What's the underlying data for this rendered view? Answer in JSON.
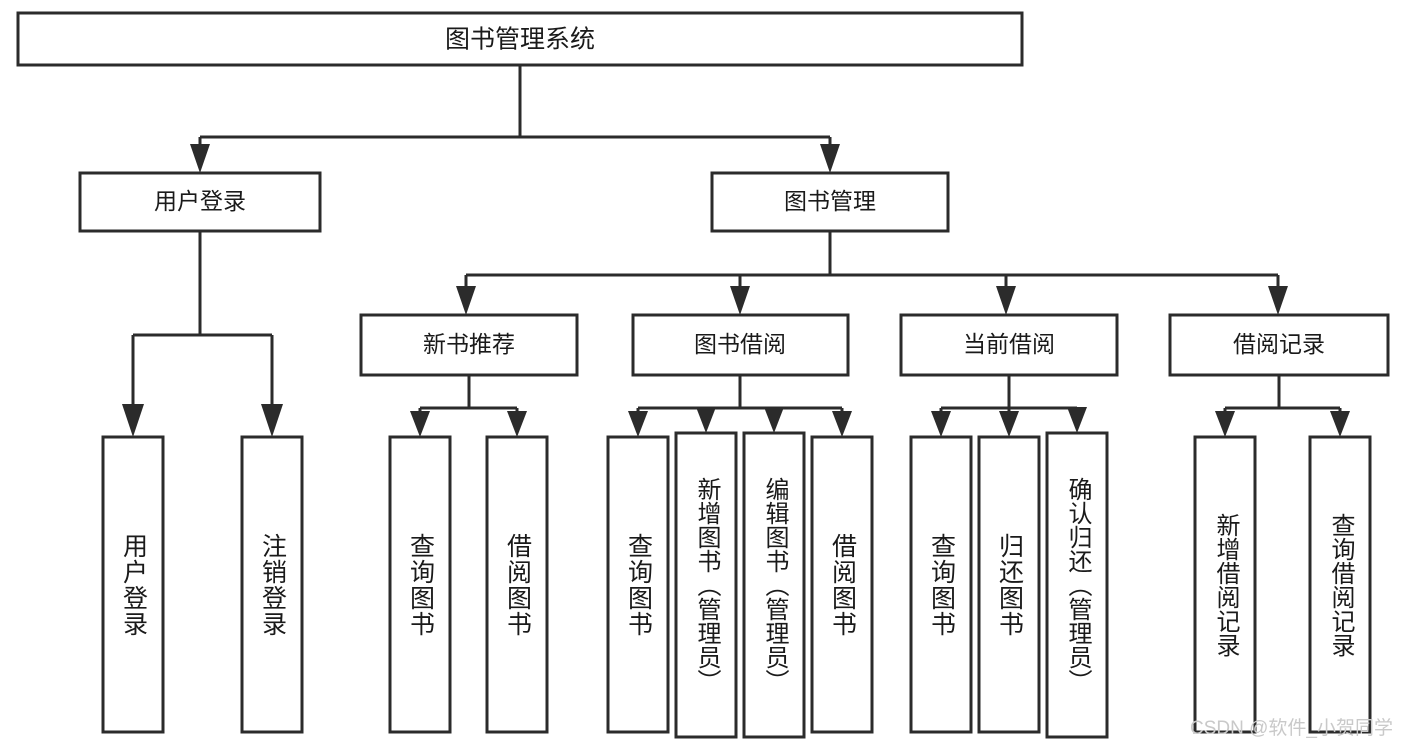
{
  "diagram": {
    "type": "tree",
    "title": "图书管理系统",
    "root": {
      "label": "图书管理系统"
    },
    "level1": [
      {
        "label": "用户登录"
      },
      {
        "label": "图书管理"
      }
    ],
    "level2": [
      {
        "label": "新书推荐"
      },
      {
        "label": "图书借阅"
      },
      {
        "label": "当前借阅"
      },
      {
        "label": "借阅记录"
      }
    ],
    "leaves": {
      "user_login": [
        {
          "label": "用户登录"
        },
        {
          "label": "注销登录"
        }
      ],
      "new_book_recommend": [
        {
          "label": "查询图书"
        },
        {
          "label": "借阅图书"
        }
      ],
      "book_borrow": [
        {
          "label": "查询图书"
        },
        {
          "label": "新增图书（管理员）"
        },
        {
          "label": "编辑图书（管理员）"
        },
        {
          "label": "借阅图书"
        }
      ],
      "current_borrow": [
        {
          "label": "查询图书"
        },
        {
          "label": "归还图书"
        },
        {
          "label": "确认归还（管理员）"
        }
      ],
      "borrow_record": [
        {
          "label": "新增借阅记录"
        },
        {
          "label": "查询借阅记录"
        }
      ]
    }
  },
  "watermark": {
    "text": "CSDN @软件_小贺同学"
  },
  "colors": {
    "stroke": "#2b2b2b",
    "box_fill": "#ffffff",
    "text": "#1a1a1a",
    "watermark": "#c9c9c9",
    "background": "#ffffff"
  }
}
